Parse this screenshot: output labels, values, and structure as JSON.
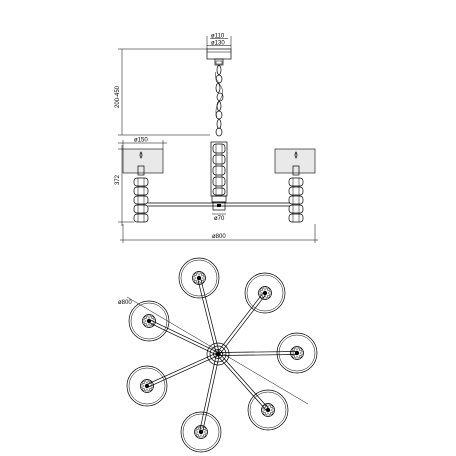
{
  "drawing": {
    "side_view": {
      "canopy_dims": [
        "ø110",
        "ø130"
      ],
      "suspension_height": "200-450",
      "body_height": "372",
      "shade_diameter": "ø150",
      "column_diameter": "ø70",
      "overall_diameter": "ø800"
    },
    "top_view": {
      "overall_diameter": "ø800",
      "lamp_count": 7
    }
  }
}
